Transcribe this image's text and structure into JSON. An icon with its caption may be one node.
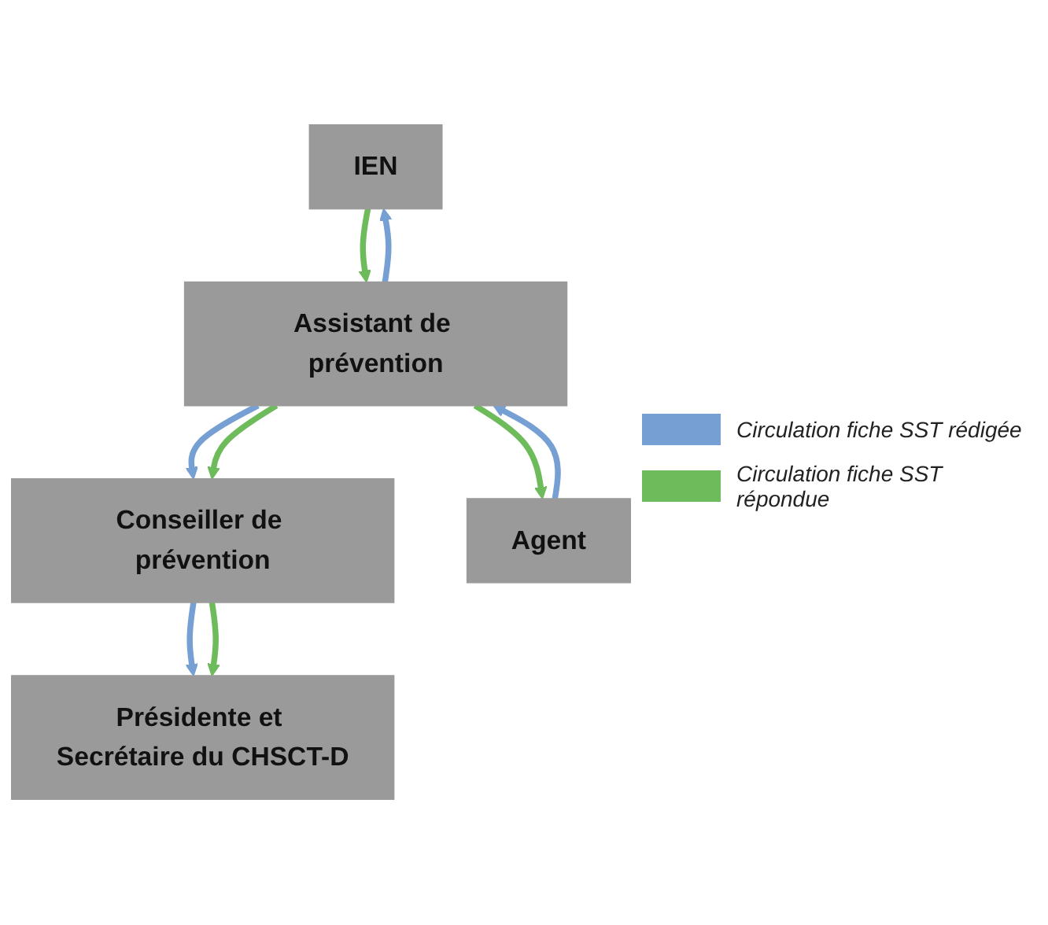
{
  "diagram": {
    "nodes": [
      {
        "text": [
          "IEN"
        ]
      },
      {
        "text": [
          "Présidente et Secrétaire du CHSCT-D"
        ]
      },
      {
        "text": [
          "Assistant de prévention"
        ]
      },
      {
        "text": [
          "Conseiller de prévention"
        ]
      },
      {
        "text": [
          "Agent"
        ]
      }
    ],
    "edges": [
      {
        "from": 2,
        "to": 0,
        "arrow": "to",
        "color": "#76a0d4"
      },
      {
        "from": 0,
        "to": 2,
        "arrow": "to",
        "color": "#6dbb5b"
      },
      {
        "from": 2,
        "to": 3,
        "arrow": "to",
        "color": "#76a0d4"
      },
      {
        "from": 2,
        "to": 3,
        "arrow": "to",
        "color": "#6dbb5b"
      },
      {
        "from": 3,
        "to": 1,
        "arrow": "to",
        "color": "#76a0d4"
      },
      {
        "from": 3,
        "to": 1,
        "arrow": "to",
        "color": "#6dbb5b"
      },
      {
        "from": 4,
        "to": 2,
        "arrow": "to",
        "color": "#76a0d4"
      },
      {
        "from": 2,
        "to": 4,
        "arrow": "to",
        "color": "#6dbb5b"
      }
    ],
    "legend": [
      {
        "text": "Circulation fiche SST rédigée",
        "color": "#76a0d4"
      },
      {
        "text": "Circulation fiche SST répondue",
        "color": "#6dbb5b"
      }
    ]
  }
}
